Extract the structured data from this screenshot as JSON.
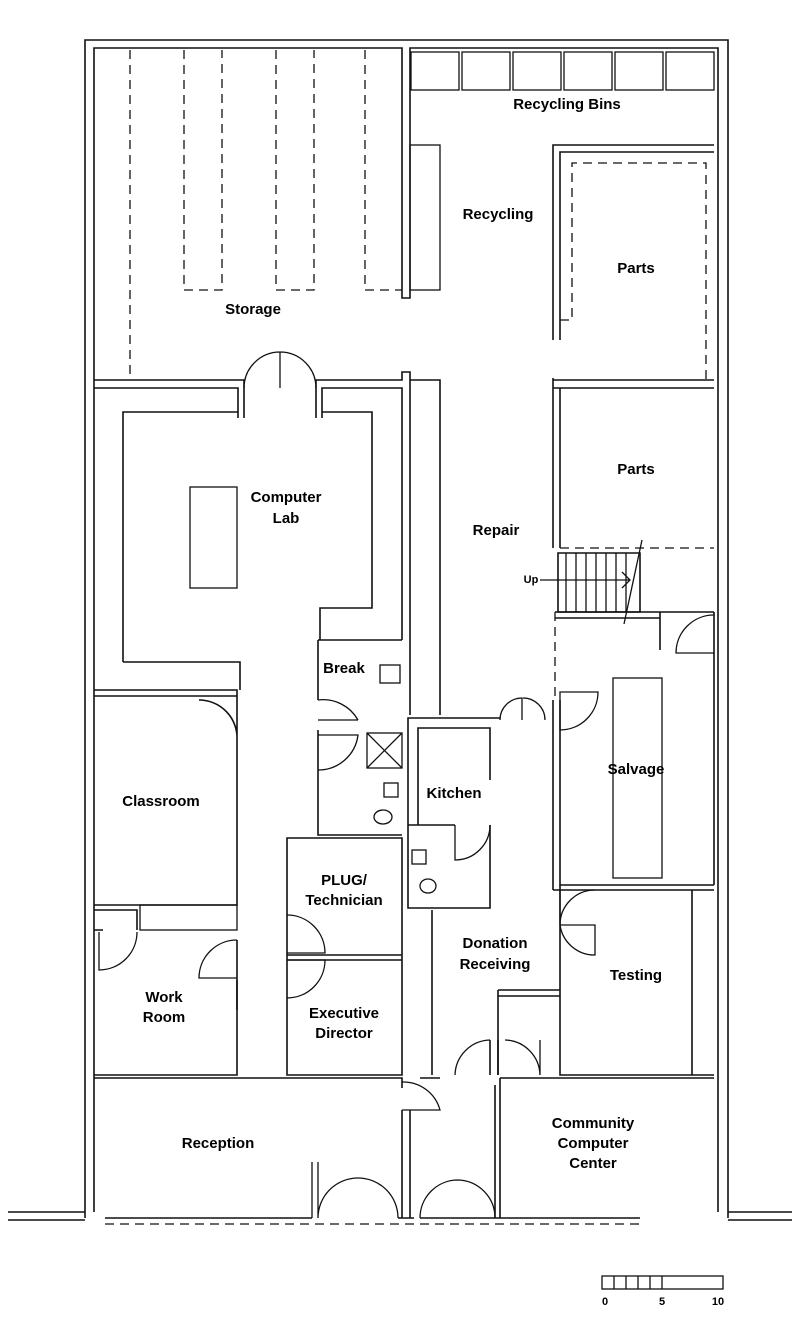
{
  "rooms": {
    "recycling_bins": "Recycling Bins",
    "recycling": "Recycling",
    "parts_upper": "Parts",
    "storage": "Storage",
    "computer_lab": [
      "Computer",
      "Lab"
    ],
    "repair": "Repair",
    "parts_lower": "Parts",
    "up": "Up",
    "break": "Break",
    "salvage": "Salvage",
    "kitchen": "Kitchen",
    "classroom": "Classroom",
    "plug_technician": [
      "PLUG/",
      "Technician"
    ],
    "donation_receiving": [
      "Donation",
      "Receiving"
    ],
    "testing": "Testing",
    "work_room": [
      "Work",
      "Room"
    ],
    "executive_director": [
      "Executive",
      "Director"
    ],
    "reception": "Reception",
    "community_computer_center": [
      "Community",
      "Computer",
      "Center"
    ]
  },
  "scale_bar": {
    "labels": [
      "0",
      "5",
      "10"
    ]
  }
}
